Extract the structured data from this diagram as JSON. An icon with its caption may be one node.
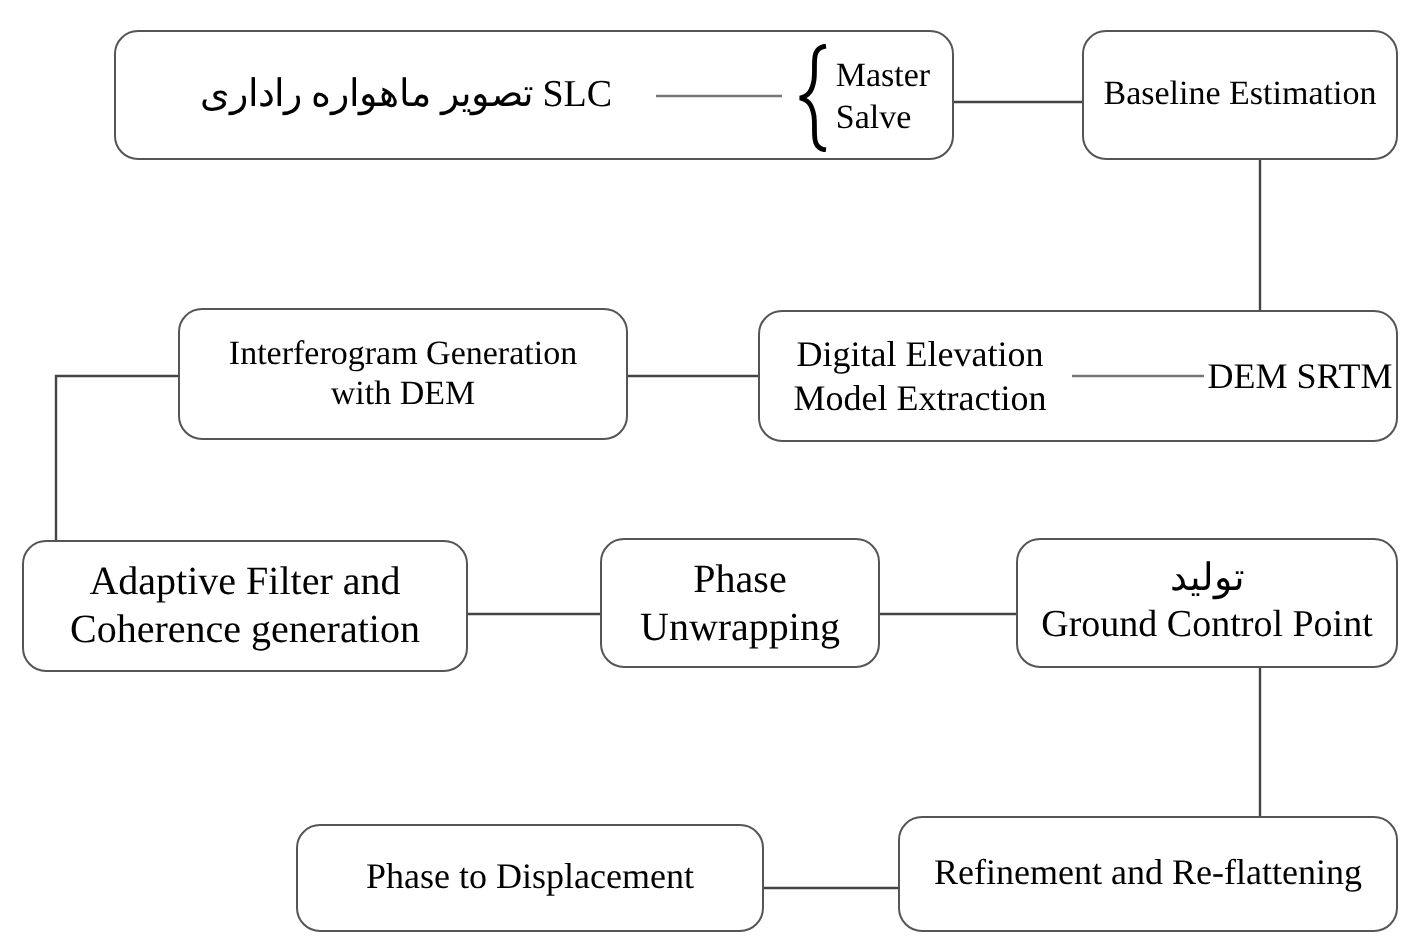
{
  "diagram": {
    "nodes": [
      {
        "text": [],
        "shape": "box"
      },
      {
        "text": [
          "تصویر ماهواره راداری SLC"
        ],
        "in": 0
      },
      {
        "text": [
          "Master",
          "Salve"
        ],
        "in": 0
      },
      {
        "text": [
          "Baseline Estimation"
        ]
      },
      {
        "text": [],
        "shape": "box"
      },
      {
        "text": [
          "Digital Elevation Model Extraction"
        ],
        "in": 4
      },
      {
        "text": [
          "DEM SRTM"
        ],
        "in": 4
      },
      {
        "text": [
          "Interferogram Generation with DEM"
        ]
      },
      {
        "text": [
          "Adaptive Filter and Coherence generation"
        ]
      },
      {
        "text": [
          "Phase Unwrapping"
        ]
      },
      {
        "text": [
          "تولید",
          "Ground Control Point"
        ]
      },
      {
        "text": [
          "Refinement and Re-flattening"
        ]
      },
      {
        "text": [
          "Phase to Displacement"
        ]
      }
    ],
    "edges": [
      {
        "from": 1,
        "to": 2,
        "arrow": "none"
      },
      {
        "from": 0,
        "to": 3,
        "arrow": "none"
      },
      {
        "from": 3,
        "to": 4,
        "arrow": "none"
      },
      {
        "from": 5,
        "to": 6,
        "arrow": "none"
      },
      {
        "from": 4,
        "to": 7,
        "arrow": "none"
      },
      {
        "from": 7,
        "to": 8,
        "arrow": "none"
      },
      {
        "from": 8,
        "to": 9,
        "arrow": "none"
      },
      {
        "from": 9,
        "to": 10,
        "arrow": "none"
      },
      {
        "from": 10,
        "to": 11,
        "arrow": "none"
      },
      {
        "from": 11,
        "to": 12,
        "arrow": "none"
      }
    ]
  }
}
